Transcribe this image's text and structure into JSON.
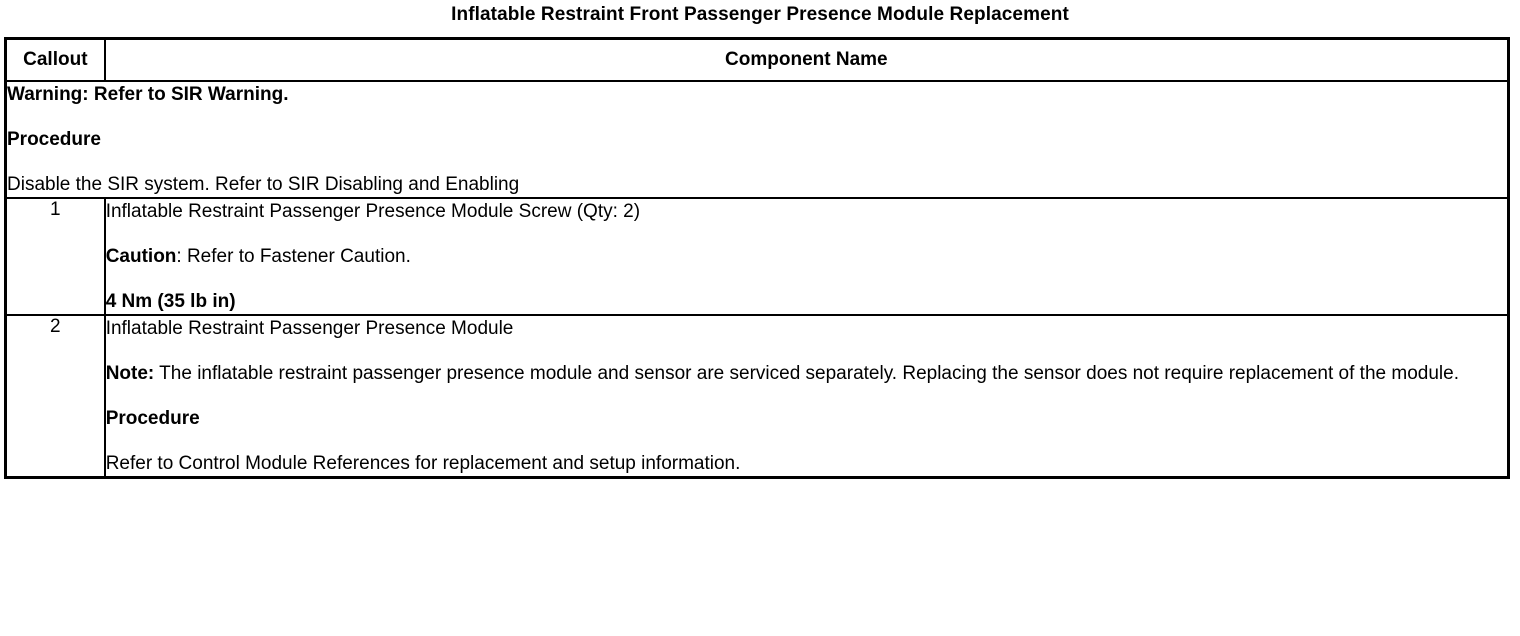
{
  "document": {
    "title": "Inflatable Restraint Front Passenger Presence Module Replacement"
  },
  "table": {
    "headers": {
      "callout": "Callout",
      "component_name": "Component Name"
    },
    "preamble_row": {
      "warning_label": "Warning:",
      "warning_text": " Refer to SIR Warning.",
      "procedure_heading": "Procedure",
      "procedure_text": "Disable the SIR system. Refer to SIR Disabling and Enabling"
    },
    "rows": [
      {
        "callout": "1",
        "component": "Inflatable Restraint Passenger Presence Module Screw (Qty: 2)",
        "caution_label": "Caution",
        "caution_text": ": Refer to Fastener Caution.",
        "torque": "4 Nm (35 lb in)"
      },
      {
        "callout": "2",
        "component": "Inflatable Restraint Passenger Presence Module",
        "note_label": "Note:",
        "note_text": " The inflatable restraint passenger presence module and sensor are serviced separately. Replacing the sensor does not require replacement of the module.",
        "procedure_heading": "Procedure",
        "procedure_text": "Refer to Control Module References for replacement and setup information."
      }
    ]
  }
}
